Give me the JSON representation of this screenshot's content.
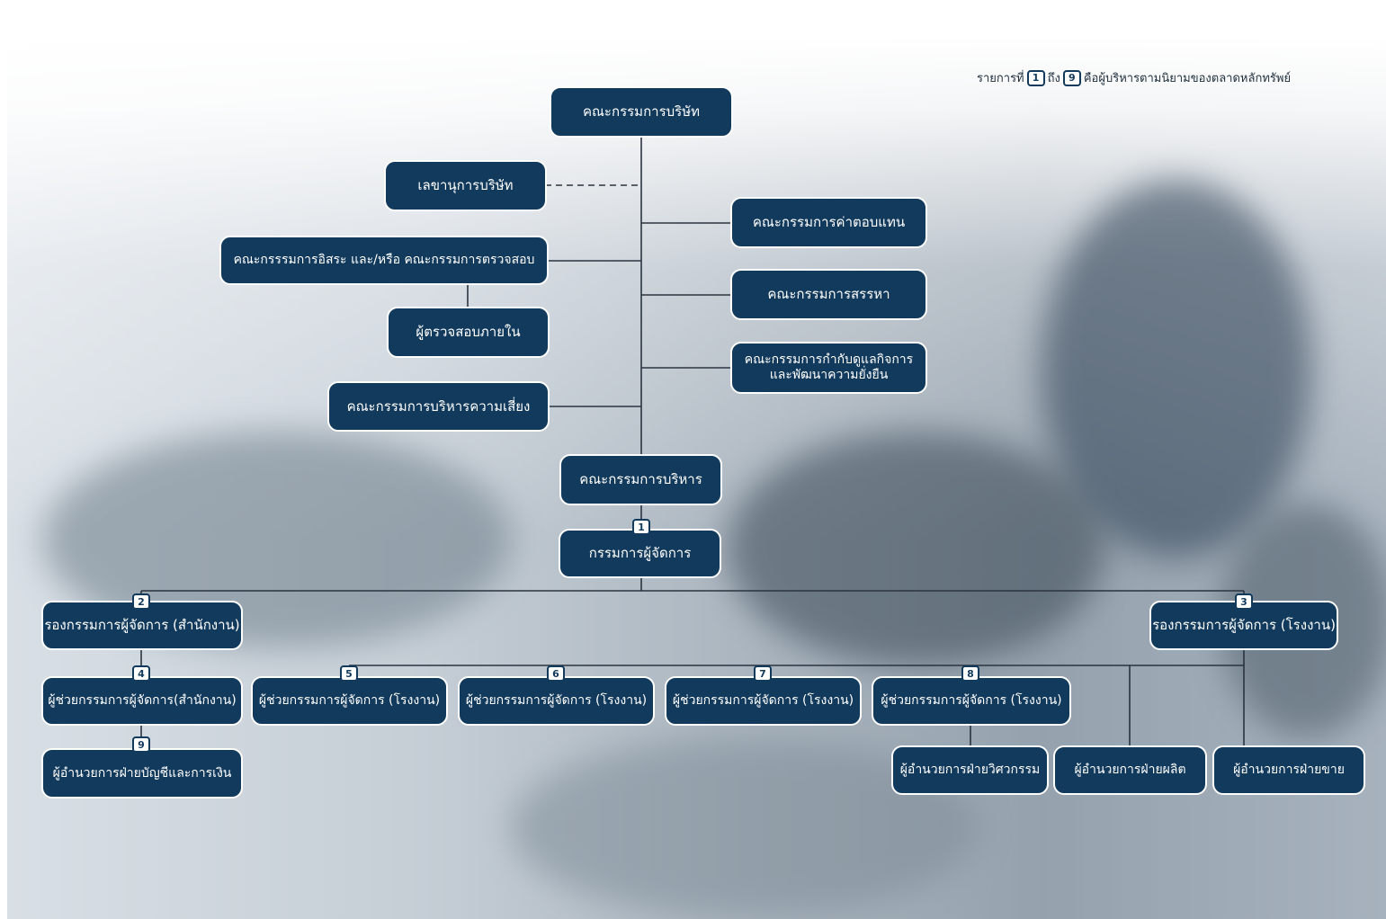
{
  "legend": {
    "prefix": "รายการที่",
    "from_badge": "1",
    "middle": "ถึง",
    "to_badge": "9",
    "suffix": "คือผู้บริหารตามนิยามของตลาดหลักทรัพย์"
  },
  "nodes": {
    "board": "คณะกรรมการบริษัท",
    "secretary": "เลขานุการบริษัท",
    "remuneration": "คณะกรรมการค่าตอบแทน",
    "audit": "คณะกรรรมการอิสระ และ/หรือ คณะกรรมการตรวจสอบ",
    "nomination": "คณะกรรมการสรรหา",
    "internal_auditor": "ผู้ตรวจสอบภายใน",
    "governance": "คณะกรรมการกำกับดูแลกิจการและพัฒนาความยั่งยืน",
    "risk": "คณะกรรมการบริหารความเสี่ยง",
    "executive": "คณะกรรมการบริหาร",
    "md": "กรรมการผู้จัดการ",
    "deputy_office": "รองกรรมการผู้จัดการ (สำนักงาน)",
    "deputy_plant": "รองกรรมการผู้จัดการ (โรงงาน)",
    "asst_office": "ผู้ช่วยกรรมการผู้จัดการ(สำนักงาน)",
    "asst_plant_5": "ผู้ช่วยกรรมการผู้จัดการ (โรงงาน)",
    "asst_plant_6": "ผู้ช่วยกรรมการผู้จัดการ (โรงงาน)",
    "asst_plant_7": "ผู้ช่วยกรรมการผู้จัดการ (โรงงาน)",
    "asst_plant_8": "ผู้ช่วยกรรมการผู้จัดการ (โรงงาน)",
    "finance_director": "ผู้อำนวยการฝ่ายบัญชีและการเงิน",
    "engineering_director": "ผู้อำนวยการฝ่ายวิศวกรรม",
    "production_director": "ผู้อำนวยการฝ่ายผลิต",
    "sales_director": "ผู้อำนวยการฝ่ายขาย"
  },
  "badges": {
    "md": "1",
    "deputy_office": "2",
    "deputy_plant": "3",
    "asst_office": "4",
    "asst_plant_5": "5",
    "asst_plant_6": "6",
    "asst_plant_7": "7",
    "asst_plant_8": "8",
    "finance_director": "9"
  },
  "colors": {
    "node_fill": "#123a5c",
    "node_border": "#ffffff",
    "line": "#2a3440",
    "badge_border": "#123a5c"
  }
}
